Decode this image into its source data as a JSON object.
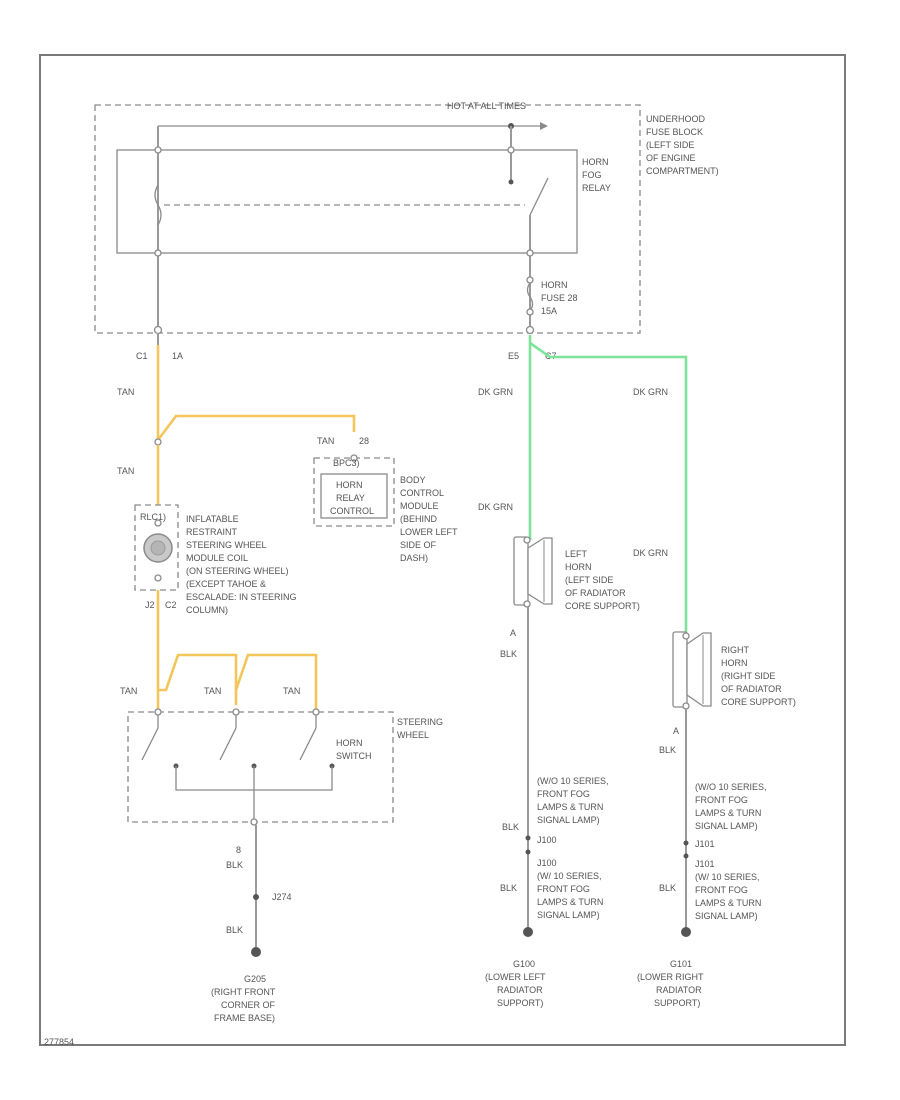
{
  "power": {
    "hot_label": "HOT AT ALL TIMES"
  },
  "fuse_block": {
    "lines": [
      "UNDERHOOD",
      "FUSE BLOCK",
      "(LEFT SIDE",
      "OF ENGINE",
      "COMPARTMENT)"
    ]
  },
  "horn_relay": {
    "lines": [
      "HORN",
      "FOG",
      "RELAY"
    ]
  },
  "horn_fuse": {
    "lines": [
      "HORN",
      "FUSE 28",
      "15A"
    ]
  },
  "connectors": {
    "c1_left": "C1",
    "c1_left_pin": "1A",
    "c1_right": "E5",
    "c1_right_pin": "C7",
    "bcm_conn": "BPC3)",
    "bcm_pin": "28",
    "coil_conn": "RLC1)",
    "coil_pin2": "J2",
    "coil_pin2_side": "C2",
    "switch_pin": "8",
    "left_horn_pin": "A",
    "right_horn_pin": "A"
  },
  "wire_colors": {
    "tan": "TAN",
    "dk_grn": "DK GRN",
    "blk": "BLK"
  },
  "bcm": {
    "box_lines": [
      "HORN",
      "RELAY",
      "CONTROL"
    ],
    "desc_lines": [
      "BODY",
      "CONTROL",
      "MODULE",
      "(BEHIND",
      "LOWER LEFT",
      "SIDE OF",
      "DASH)"
    ]
  },
  "coil": {
    "lines": [
      "INFLATABLE",
      "RESTRAINT",
      "STEERING WHEEL",
      "MODULE COIL",
      "(ON STEERING WHEEL)",
      "(EXCEPT TAHOE &",
      "ESCALADE: IN STEERING",
      "COLUMN)"
    ]
  },
  "steering": {
    "lines": [
      "STEERING",
      "WHEEL"
    ],
    "switch_lines": [
      "HORN",
      "SWITCH"
    ]
  },
  "left_horn": {
    "lines": [
      "LEFT",
      "HORN",
      "(LEFT SIDE",
      "OF RADIATOR",
      "CORE SUPPORT)"
    ]
  },
  "right_horn": {
    "lines": [
      "RIGHT",
      "HORN",
      "(RIGHT SIDE",
      "OF RADIATOR",
      "CORE SUPPORT)"
    ]
  },
  "left_splice": {
    "top_lines": [
      "(W/O 10 SERIES,",
      "FRONT FOG",
      "LAMPS & TURN",
      "SIGNAL LAMP)"
    ],
    "id_top": "J100",
    "id_bot": "J100",
    "bot_lines": [
      "(W/ 10 SERIES,",
      "FRONT FOG",
      "LAMPS & TURN",
      "SIGNAL LAMP)"
    ]
  },
  "right_splice": {
    "top_lines": [
      "(W/O 10 SERIES,",
      "FRONT FOG",
      "LAMPS & TURN",
      "SIGNAL LAMP)"
    ],
    "id_top": "J101",
    "id_bot": "J101",
    "bot_lines": [
      "(W/ 10 SERIES,",
      "FRONT FOG",
      "LAMPS & TURN",
      "SIGNAL LAMP)"
    ]
  },
  "splice_j274": "J274",
  "grounds": {
    "g205": [
      "G205",
      "(RIGHT FRONT",
      "CORNER OF",
      "FRAME BASE)"
    ],
    "g100": [
      "G100",
      "(LOWER LEFT",
      "RADIATOR",
      "SUPPORT)"
    ],
    "g101": [
      "G101",
      "(LOWER RIGHT",
      "RADIATOR",
      "SUPPORT)"
    ]
  },
  "footer_id": "277854"
}
